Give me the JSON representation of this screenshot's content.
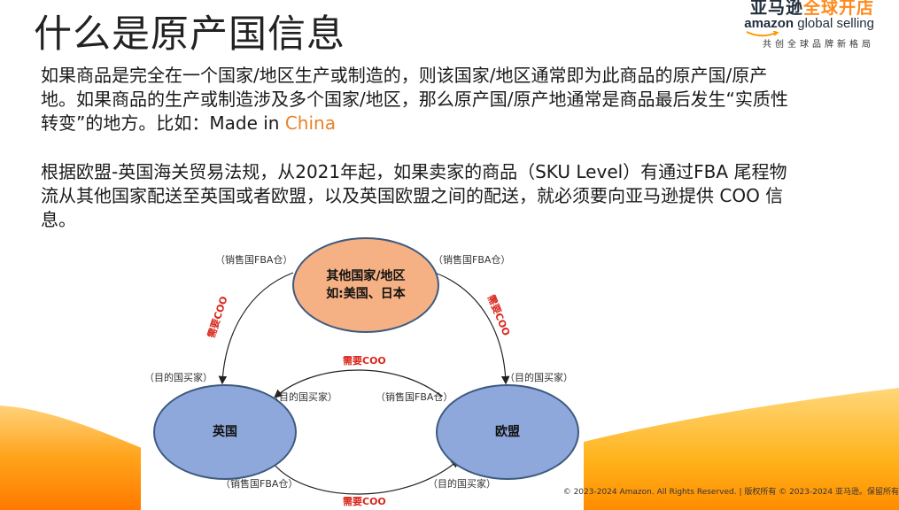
{
  "header": {
    "title": "什么是原产国信息",
    "logo_cn_prefix": "亚马逊",
    "logo_cn_highlight": "全球开店",
    "logo_en_brand": "amazon",
    "logo_en_rest": " global selling",
    "logo_tagline": "共创全球品牌新格局"
  },
  "body": {
    "para1": "如果商品是完全在一个国家/地区生产或制造的，则该国家/地区通常即为此商品的原产国/原产地。如果商品的生产或制造涉及多个国家/地区，那么原产国/原产地通常是商品最后发生“实质性转变”的地方。比如：Made in ",
    "para1_highlight": "China",
    "para2": "根据欧盟-英国海关贸易法规，从2021年起，如果卖家的商品（SKU Level）有通过FBA 尾程物流从其他国家配送至英国或者欧盟，以及英国欧盟之间的配送，就必须要向亚马逊提供 COO 信息。"
  },
  "diagram": {
    "node_other_line1": "其他国家/地区",
    "node_other_line2": "如:美国、日本",
    "node_uk": "英国",
    "node_eu": "欧盟",
    "label_sales_fba_left_top": "（销售国FBA仓）",
    "label_sales_fba_right_top": "（销售国FBA仓）",
    "label_dest_uk_top": "（目的国买家）",
    "label_dest_eu_top": "（目的国买家）",
    "label_dest_uk_inner": "（目的国买家）",
    "label_sales_fba_eu_inner": "（销售国FBA仓）",
    "label_sales_fba_uk_bottom": "（销售国FBA仓）",
    "label_dest_eu_bottom": "（目的国买家）",
    "req_left": "需要COO",
    "req_right": "需要COO",
    "req_middle": "需要COO",
    "req_bottom": "需要COO"
  },
  "footer": {
    "text": "© 2023-2024 Amazon. All Rights Reserved. | 版权所有 © 2023-2024 亚马逊。保留所有"
  },
  "colors": {
    "accent_orange": "#e8822b",
    "node_orange": "#f5b183",
    "node_blue": "#8fa8dc",
    "required_red": "#d9261c"
  }
}
